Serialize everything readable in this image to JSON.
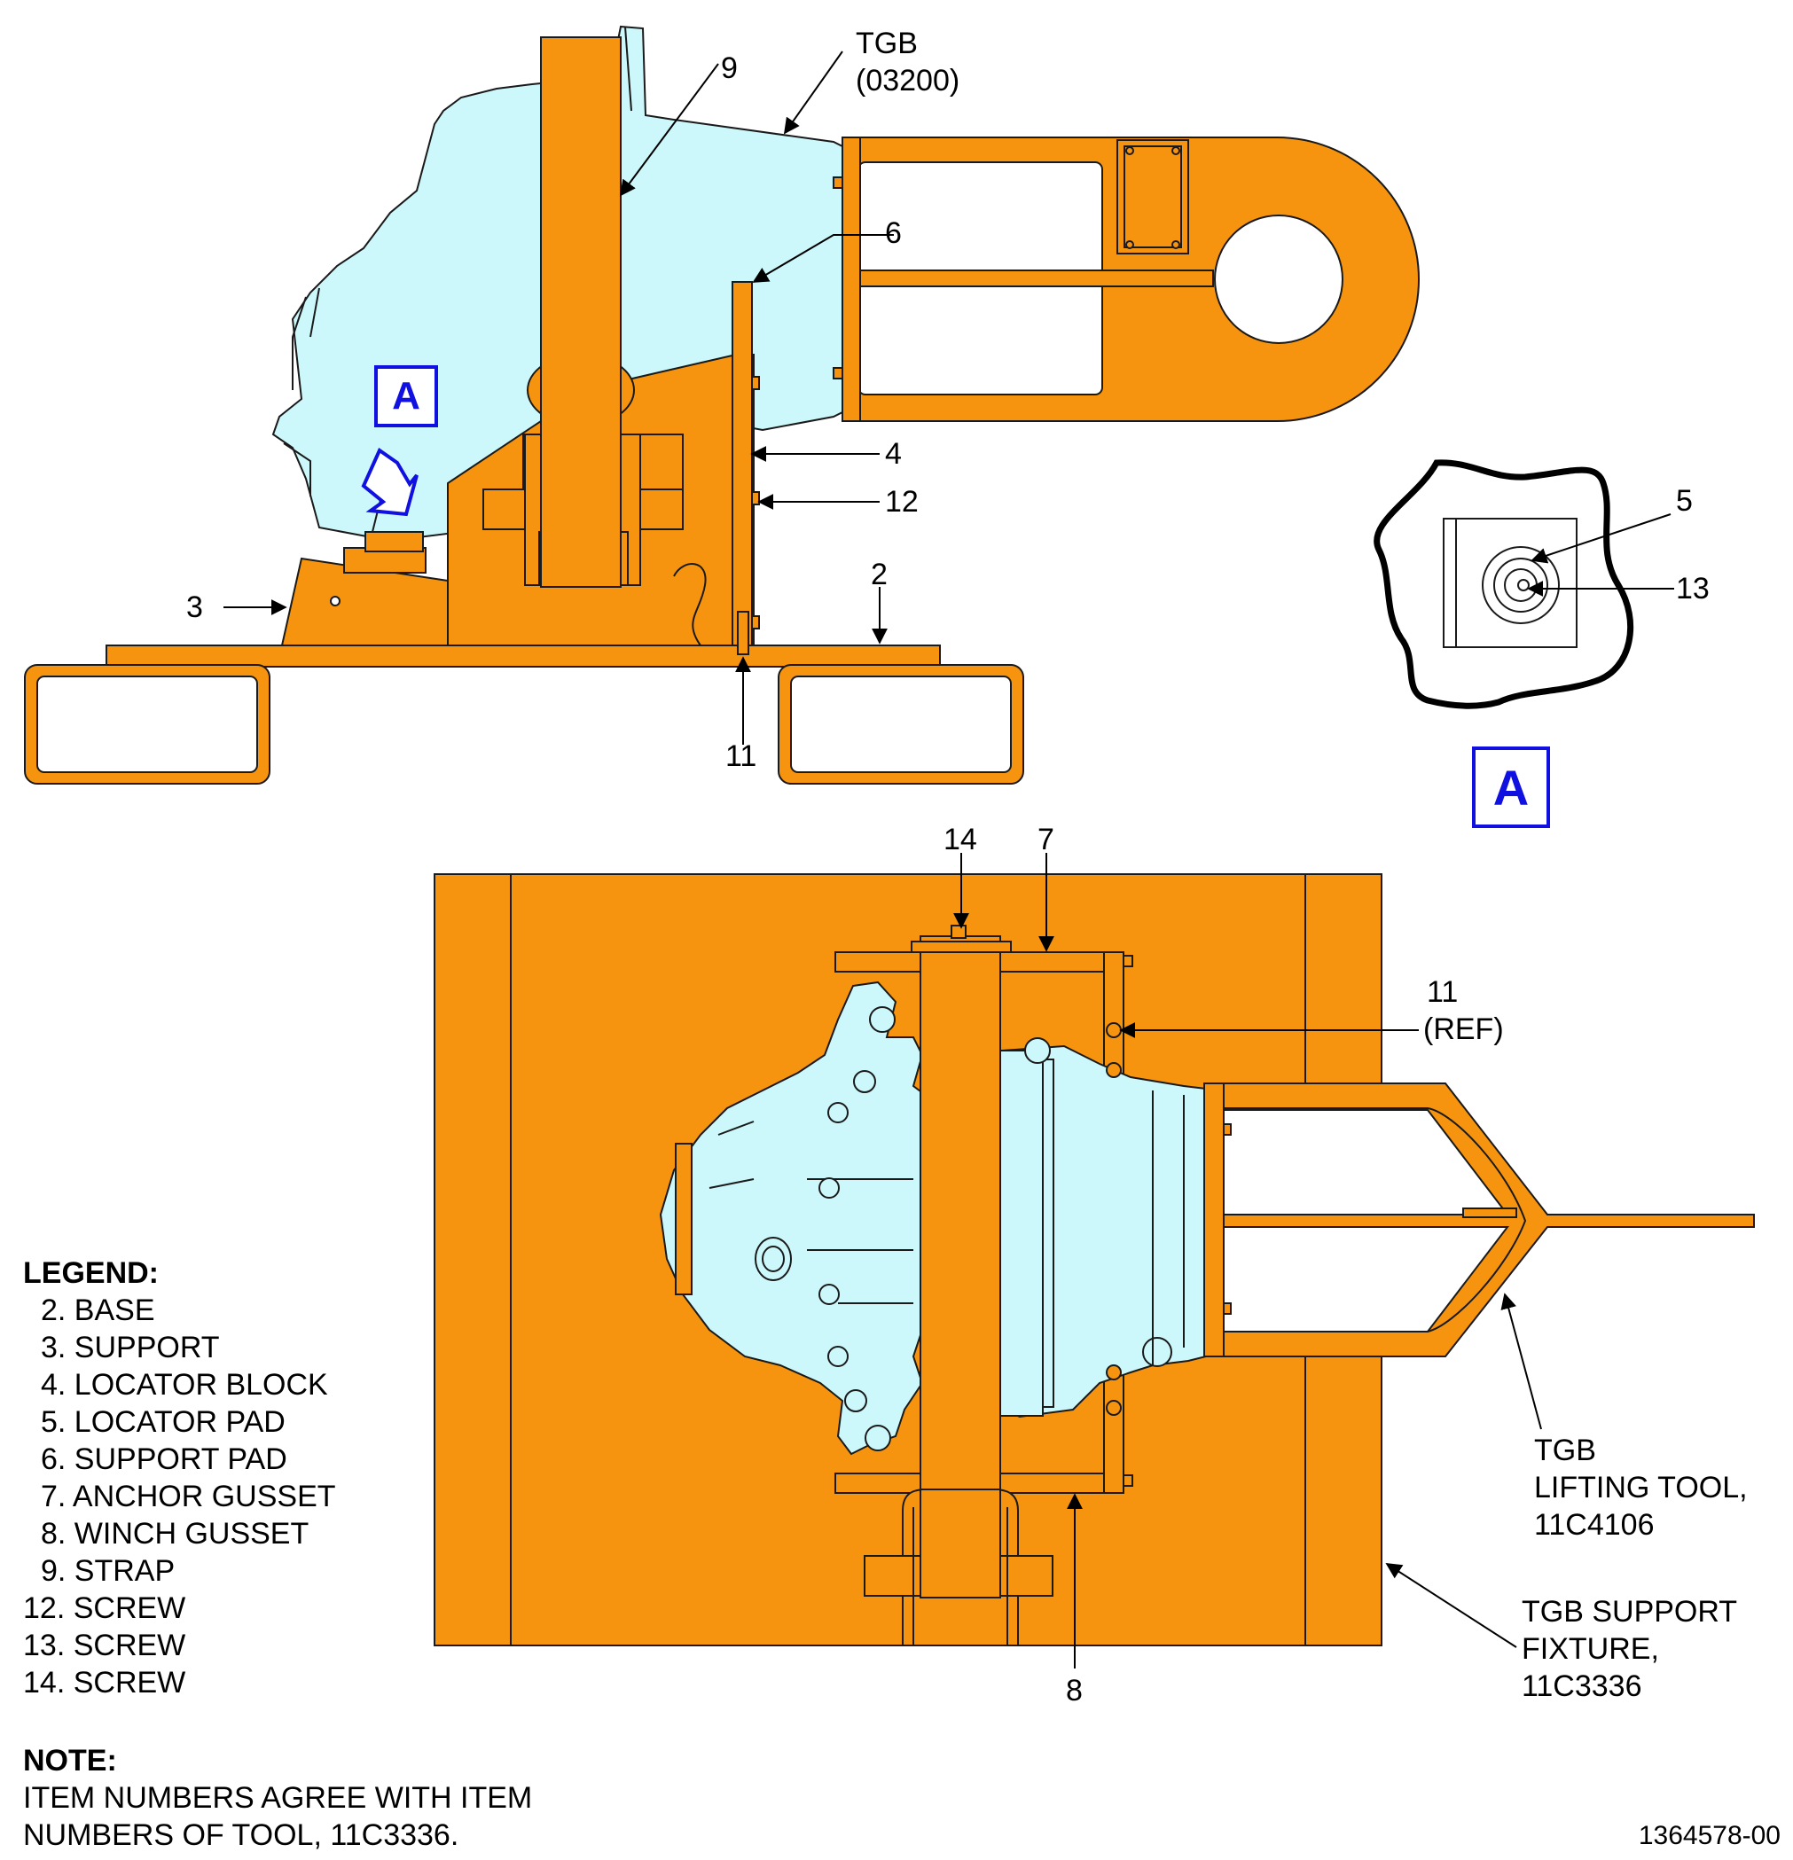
{
  "callouts": {
    "tgb": [
      "TGB",
      "(03200)"
    ],
    "item_9": "9",
    "item_6": "6",
    "item_4": "4",
    "item_12": "12",
    "item_3": "3",
    "item_2": "2",
    "item_11": "11",
    "item_5": "5",
    "item_13": "13",
    "item_14": "14",
    "item_7": "7",
    "item_11_ref": [
      "11",
      "(REF)"
    ],
    "item_8": "8",
    "lifting_tool": [
      "TGB",
      "LIFTING TOOL,",
      "11C4106"
    ],
    "support_fixture": [
      "TGB SUPPORT",
      "FIXTURE,",
      "11C3336"
    ]
  },
  "view_tags": {
    "detail_a": "A",
    "view_a": "A"
  },
  "legend": {
    "title": "LEGEND:",
    "items": [
      "  2. BASE",
      "  3. SUPPORT",
      "  4. LOCATOR BLOCK",
      "  5. LOCATOR PAD",
      "  6. SUPPORT PAD",
      "  7. ANCHOR GUSSET",
      "  8. WINCH GUSSET",
      "  9. STRAP",
      "12. SCREW",
      "13. SCREW",
      "14. SCREW"
    ]
  },
  "note": {
    "title": "NOTE:",
    "lines": [
      "ITEM NUMBERS AGREE WITH ITEM",
      "NUMBERS OF TOOL, 11C3336."
    ]
  },
  "figure_id": "1364578-00",
  "colors": {
    "tool": "#f7940f",
    "gearbox": "#ccf8fb",
    "outline": "#1a1a1a",
    "view_tag": "#1010e0"
  }
}
